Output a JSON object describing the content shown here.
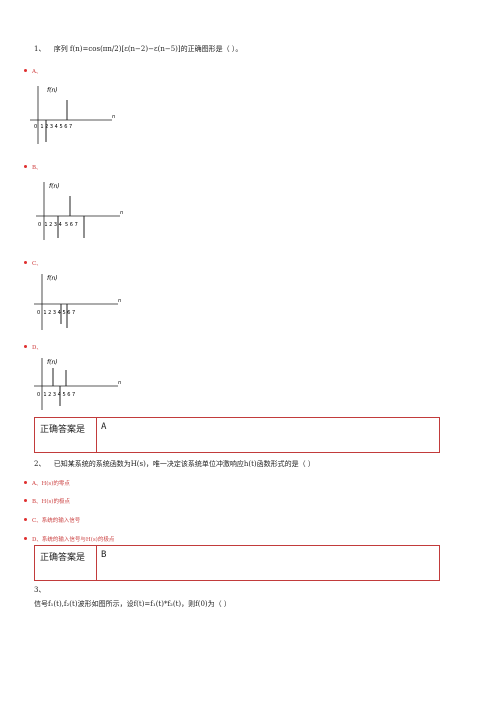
{
  "q1": {
    "number": "1、",
    "text": "序列 f(n)=cos(πn/2)[ε(n−2)−ε(n−5)]的正确图形是（ ）。",
    "options": [
      {
        "label": "A、",
        "fig_label": "f(n)",
        "axis_var": "n",
        "ticks": "0  1 2 3 4 5 6 7"
      },
      {
        "label": "B、",
        "fig_label": "f(n)",
        "axis_var": "n",
        "ticks": "0  1 2 3 4  5 6 7"
      },
      {
        "label": "C、",
        "fig_label": "f(n)",
        "axis_var": "n",
        "ticks": "0  1 2 3 4 5 6 7"
      },
      {
        "label": "D、",
        "fig_label": "f(n)",
        "axis_var": "n",
        "ticks": "0  1 2 3 4 5 6 7"
      }
    ],
    "answer_key": "正确答案是",
    "answer_value": "A"
  },
  "q2": {
    "number": "2、",
    "text": "已知某系统的系统函数为H(s)，唯一决定该系统单位冲激响应h(t)函数形式的是（ ）",
    "options": [
      {
        "label": "A、",
        "text": "H(s)的零点"
      },
      {
        "label": "B、",
        "text": "H(s)的极点"
      },
      {
        "label": "C、",
        "text": "系统的输入信号"
      },
      {
        "label": "D、",
        "text": "系统的输入信号与H(s)的极点"
      }
    ],
    "answer_key": "正确答案是",
    "answer_value": "B"
  },
  "q3": {
    "number": "3、",
    "text": "信号f₁(t),f₂(t)波形如图所示，设f(t)=f₁(t)*f₂(t)，则f(0)为（ ）"
  }
}
